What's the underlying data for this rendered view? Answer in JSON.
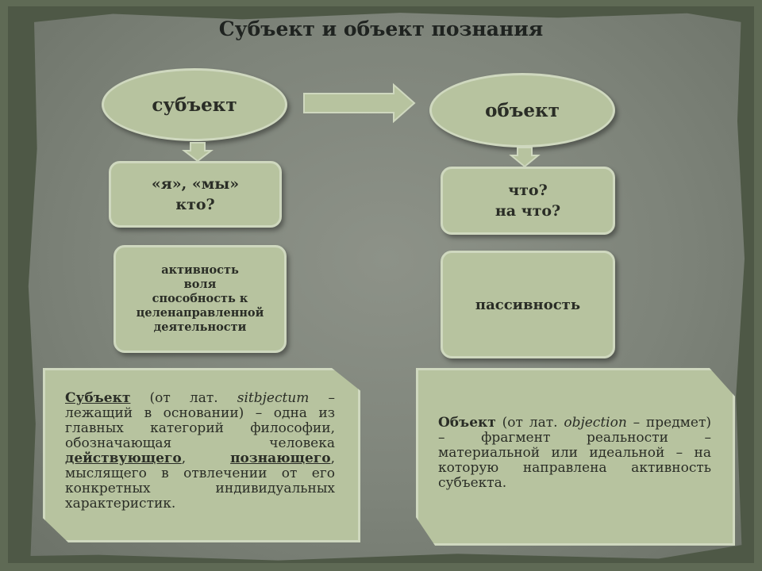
{
  "title": "Субъект и объект познания",
  "subject": {
    "label": "субъект",
    "box1_line1": "«я», «мы»",
    "box1_line2": "кто?",
    "box2_lines": [
      "активность",
      "воля",
      "способность к",
      "целенаправленной",
      "деятельности"
    ],
    "note": {
      "term": "Субъект",
      "text_1": " (от лат. ",
      "latin": "sitbjectum",
      "text_2": " – лежащий в основании) – одна из главных категорий философии, обозначающая человека ",
      "acting": "действующего",
      "comma1": ",",
      "knowing": "познающего",
      "text_3": ", мыслящего в отвлечении от его конкретных индивидуальных характеристик."
    }
  },
  "object": {
    "label": "объект",
    "box1_line1": "что?",
    "box1_line2": "на что?",
    "box2": "пассивность",
    "note": {
      "term": "Объект",
      "text_1": " (от лат. ",
      "latin": "objection",
      "text_2": " – предмет) – фрагмент реальности – материальной или идеальной – на которую направлена активность субъекта."
    }
  },
  "colors": {
    "shape_fill": "#b7c39f",
    "shape_border": "#cfd8bf",
    "background": "#7e847a"
  }
}
